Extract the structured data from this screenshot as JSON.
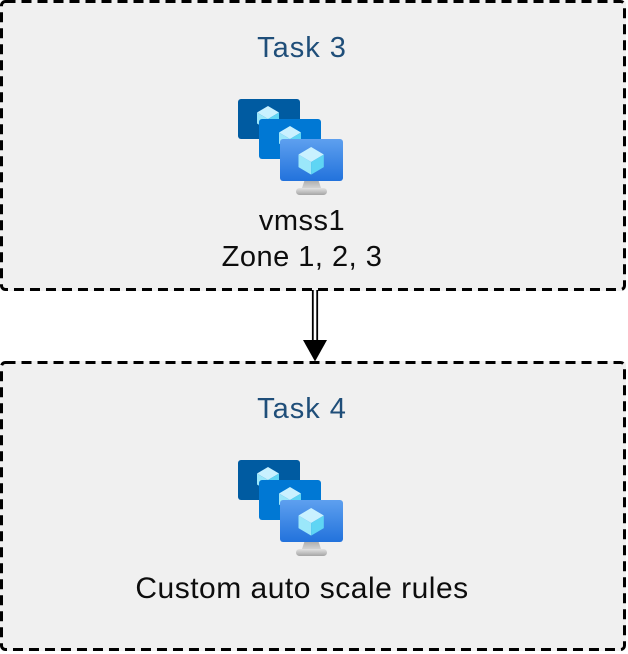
{
  "page": {
    "background": "#ffffff"
  },
  "boxes": {
    "fill": "#f0f0f0",
    "border_color": "#000000",
    "title_color": "#1f4e79",
    "body_text_color": "#0d0d0d"
  },
  "tasks": [
    {
      "title": "Task 3",
      "icon": "vm-scale-sets-icon",
      "lines": [
        "vmss1",
        "Zone 1, 2, 3"
      ]
    },
    {
      "title": "Task 4",
      "icon": "vm-scale-sets-icon",
      "lines": [
        "Custom auto scale rules"
      ]
    }
  ],
  "connector": {
    "type": "double-line-arrow",
    "direction": "down",
    "color": "#000000"
  },
  "icon_colors": {
    "screen_back": "#005ba1",
    "screen_middle": "#0078d4",
    "screen_front_top": "#5ea0ef",
    "screen_front_bottom": "#2272dc",
    "cube_top": "#c9f1ff",
    "cube_left": "#9be7fa",
    "cube_right": "#5fd5f4",
    "stand_light": "#e2e2e2",
    "stand_dark": "#a5a5a5"
  }
}
